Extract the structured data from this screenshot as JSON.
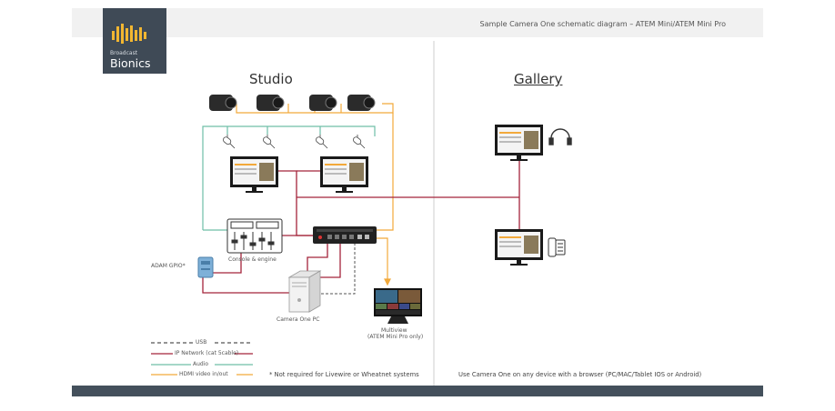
{
  "header": {
    "title": "Sample Camera One schematic diagram – ATEM Mini/ATEM Mini Pro"
  },
  "logo": {
    "small": "Broadcast",
    "big": "Bionics"
  },
  "sections": {
    "studio": "Studio",
    "gallery": "Gallery"
  },
  "labels": {
    "console": "Console & engine",
    "adam": "ADAM GPIO*",
    "camera_pc": "Camera One PC",
    "multiview_1": "Multiview",
    "multiview_2": "(ATEM Mini Pro only)"
  },
  "legend": [
    {
      "label": "USB",
      "color": "#555555",
      "style": "dashed"
    },
    {
      "label": "IP Network (cat 5cable)",
      "color": "#a4243b",
      "style": "solid"
    },
    {
      "label": "Audio",
      "color": "#6fbfa8",
      "style": "solid"
    },
    {
      "label": "HDMI video in/out",
      "color": "#f2a93b",
      "style": "solid"
    }
  ],
  "notes": {
    "studio": "* Not required for Livewire or Wheatnet systems",
    "gallery": "Use Camera One on any device with a browser (PC/MAC/Tablet IOS or Android)"
  },
  "colors": {
    "ip": "#a4243b",
    "audio": "#6fbfa8",
    "hdmi": "#f2a93b",
    "usb": "#555555",
    "logo_bg": "#3f4a56",
    "logo_accent": "#f2b631",
    "footer": "#44505c"
  }
}
